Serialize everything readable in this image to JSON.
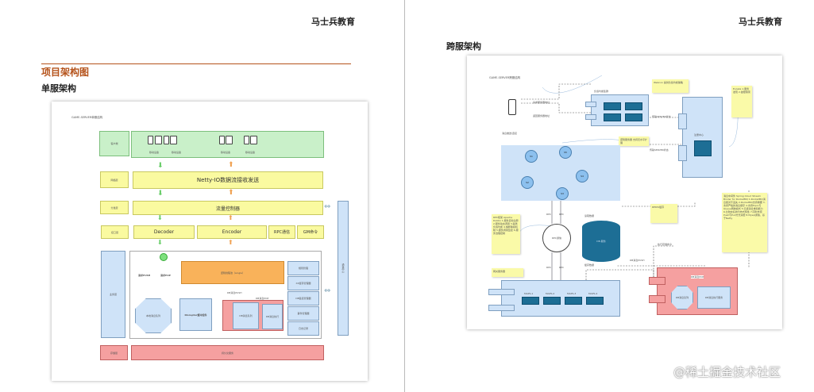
{
  "left_page": {
    "header": "马士兵教育",
    "section_title": "项目架构图",
    "subtitle": "单服架构",
    "diagram": {
      "caption": "GAME-SERVER单服结构",
      "layers": [
        "客户端",
        "网络层",
        "分发层",
        "接口层",
        "业务层",
        "存储层"
      ],
      "devices": [
        "移动设备",
        "移动设备",
        "移动设备",
        "移动设备"
      ],
      "netty": "Netty-IO数据流接收发送",
      "flow": "流量控制器",
      "decoder": "Decoder",
      "encoder": "Encoder",
      "rpc": "RPC通信",
      "gm": "GM命令",
      "center": "通信中心",
      "push": "请求PUSH",
      "pop": "请求POP",
      "logic": "逻辑线程池（single）",
      "local_queue": "本地消息队列",
      "disruptor": "Disruptor缓冲组件",
      "db_push": "DB消息PUSH",
      "db_pop": "DB消息POP",
      "db_queue": "DB消息队列",
      "db_exec": "DB消息执行",
      "managers": [
        "规则管理",
        "XX缓存管理器",
        "DB链接管理器",
        "事件管理器",
        "日志记录"
      ],
      "storage": "持久化服务"
    }
  },
  "right_page": {
    "header": "马士兵教育",
    "subtitle": "跨服架构",
    "diagram": {
      "caption": "GAME-SERVER跨服结构",
      "balancer": "负载均衡集群",
      "phone_labels": [
        "请求服务器地址",
        "返回服务器地址"
      ],
      "client_conn": "消息推送/连接",
      "webcon_note": "Webcon 提供负载均衡策略",
      "registry": "注册中心",
      "eureka_note": "Eureka 1.服务发现 2.故障隔离",
      "sync1": "传输SERVER状态",
      "sync2": "传输SERVER状态",
      "cluster_note": "逻辑服务器 支持无水平扩展",
      "nodes": [
        "S1",
        "S2",
        "S3",
        "S4",
        "S5"
      ],
      "rpc": "RPC",
      "rpc_center": "RPC通信",
      "rpc_note": "RPC框架 Apache Dubbo 1.服务自动注册 2.服务动态调用 3.提供负载均衡 4.熔断降级机制 5.服务调用监控 6.服务治理控制",
      "db": "DB-服务",
      "db_read": "读取数据",
      "db_write": "缓存数据",
      "redis_note": "REDIS缓存",
      "db_push": "DB消息PUSH",
      "exec_cmd": "执行存储命令",
      "db_pop": "DB消息POP",
      "mq_note": "消息中间件 Spring Cloud Stream Binder for RocketMQ 1.RocketMQ消息绝对不丢失 2.RocketMQ支持重要 3.支持严格的消息顺序 4.支持Topic与Queue两种模式 5.亿级消息堆积能力 6.比较友好的分布式特性 7.同时支持Push与Pull方式消费 8.Mysql通信，基于Netty",
      "gateway_note": "网关服务器",
      "maps": [
        "MAPS-1",
        "MAPS-2",
        "MAPS-3",
        "MAPS-4"
      ],
      "db_queue": "DB消息队列",
      "db_exec": "DB消息执行服务"
    }
  },
  "watermark": "@稀土掘金技术社区"
}
